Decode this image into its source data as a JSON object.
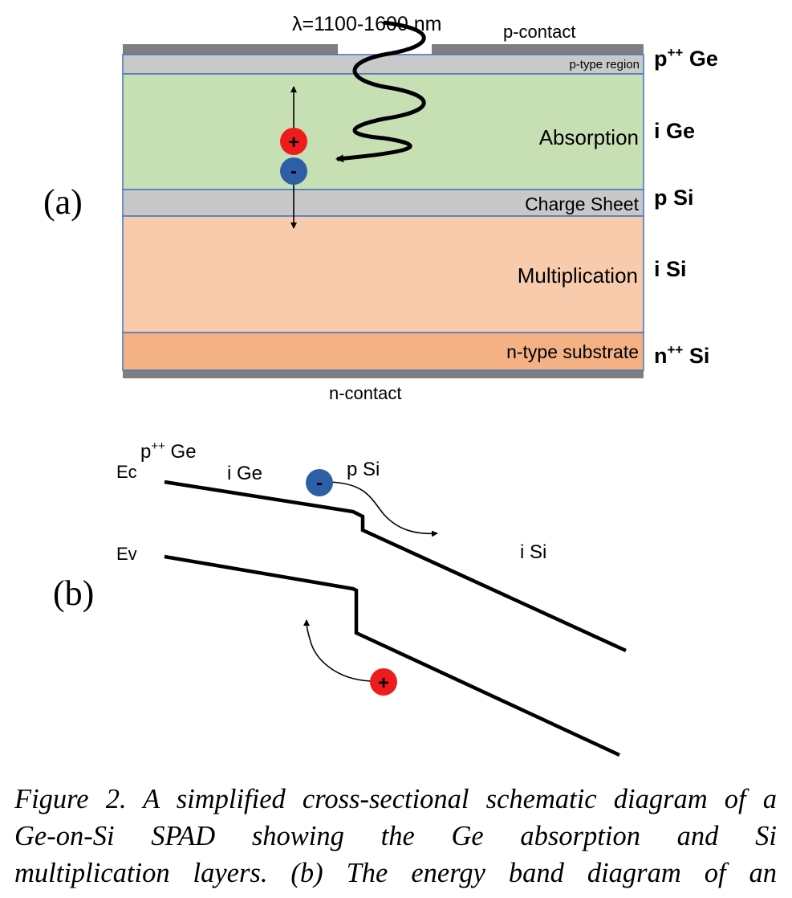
{
  "panel_a": {
    "label": "(a)",
    "wavelength_label": "λ=1100-1600 nm",
    "p_contact_label": "p-contact",
    "n_contact_label": "n-contact",
    "layers": [
      {
        "name": "p-type region",
        "material": "p",
        "material_sup": "++",
        "material_rest": " Ge",
        "color": "#c9c9c9"
      },
      {
        "name": "Absorption",
        "material": "i Ge",
        "color": "#c6e0b4"
      },
      {
        "name": "Charge Sheet",
        "material": "p Si",
        "color": "#c8c8c8"
      },
      {
        "name": "Multiplication",
        "material": "i Si",
        "color": "#f8cbad"
      },
      {
        "name": "n-type substrate",
        "material": "n",
        "material_sup": "++",
        "material_rest": " Si",
        "color": "#f4b183"
      }
    ],
    "hole_symbol": "+",
    "electron_symbol": "-",
    "hole_color": "#ee1c1c",
    "electron_color": "#2e5fa6",
    "contact_color": "#7f7f7f",
    "border_color": "#4472c4"
  },
  "panel_b": {
    "label": "(b)",
    "ec_label": "Ec",
    "ev_label": "Ev",
    "pge_main": "p",
    "pge_sup": "++",
    "pge_rest": " Ge",
    "ige_label": "i Ge",
    "psi_label": "p Si",
    "isi_label": "i Si",
    "electron_symbol": "-",
    "hole_symbol": "+"
  },
  "caption": {
    "line1": "Figure 2. A simplified cross-sectional schematic diagram of a",
    "line2": "Ge-on-Si SPAD showing the Ge absorption and Si",
    "line3": "multiplication layers. (b) The energy band diagram of an"
  }
}
